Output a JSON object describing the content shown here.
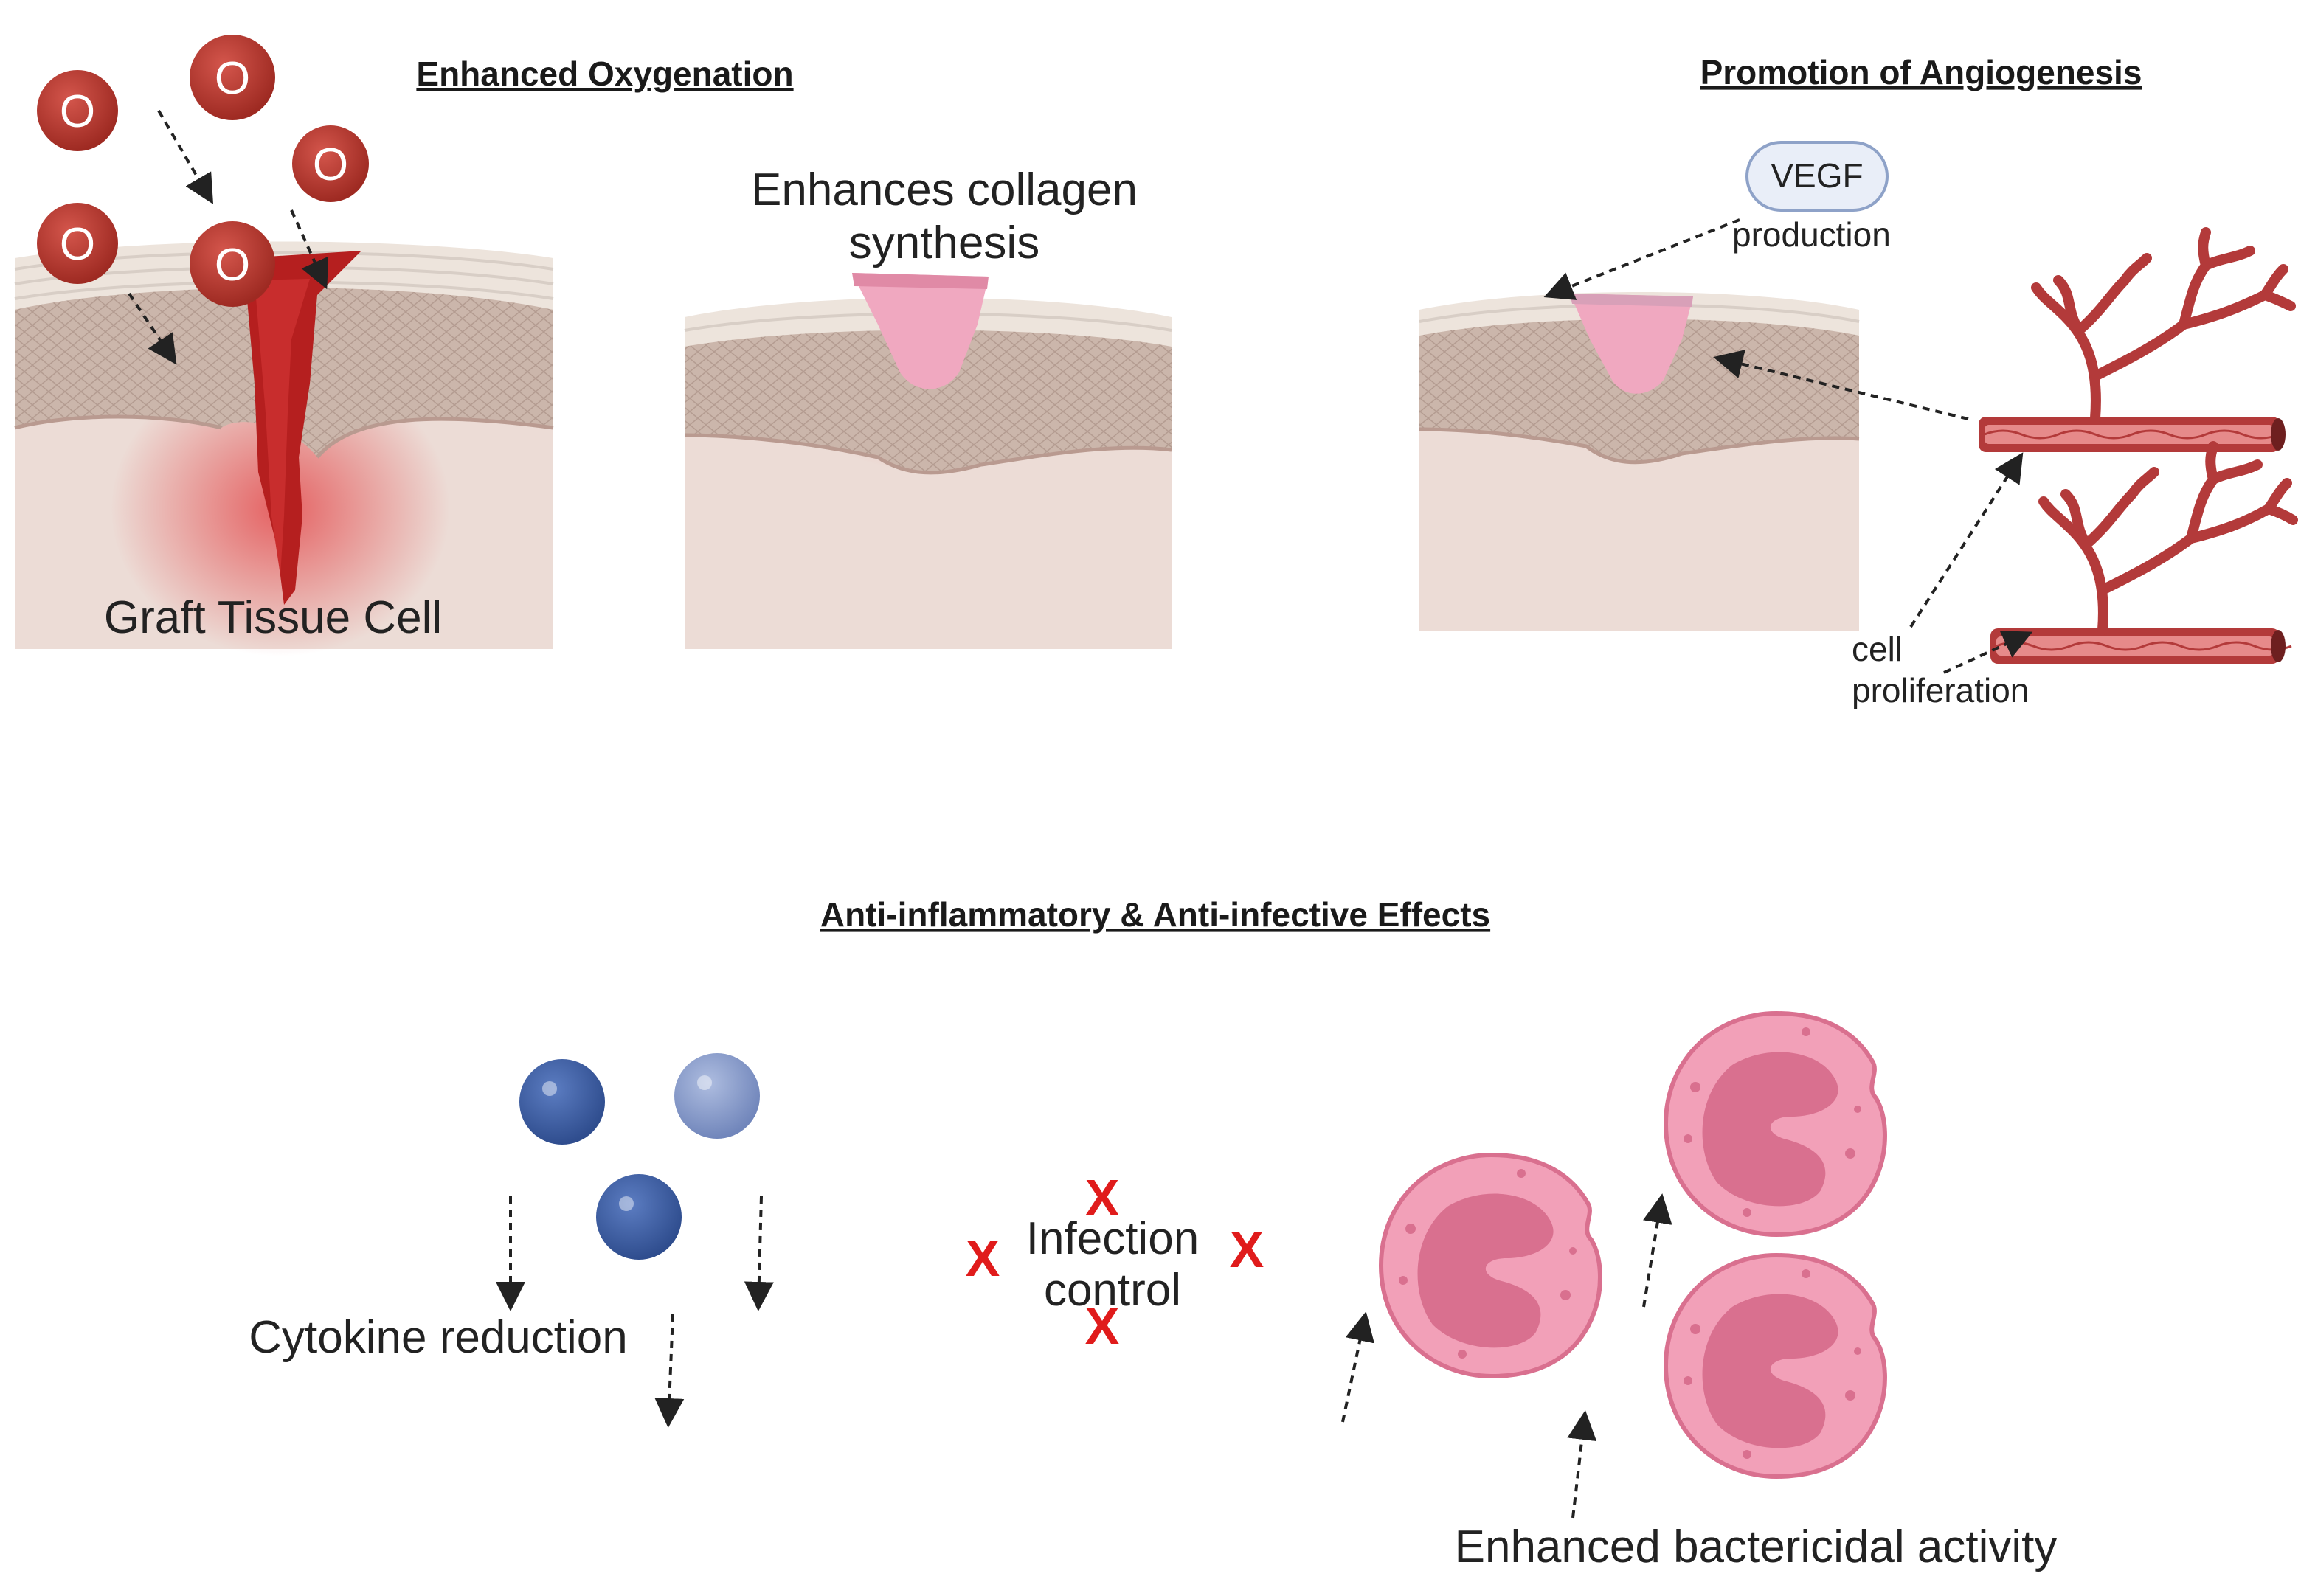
{
  "headings": {
    "oxygenation": "Enhanced Oxygenation",
    "angiogenesis": "Promotion of Angiogenesis",
    "anti_inflammatory": "Anti-inflammatory & Anti-infective Effects"
  },
  "labels": {
    "graft_tissue_cell": "Graft Tissue Cell",
    "collagen_line1": "Enhances collagen",
    "collagen_line2": "synthesis",
    "vegf": "VEGF",
    "production": "production",
    "cell": "cell",
    "proliferation": "proliferation",
    "cytokine_reduction": "Cytokine reduction",
    "infection_line1": "Infection",
    "infection_line2": "control",
    "bactericidal": "Enhanced bactericidal activity"
  },
  "oxygen_symbol": "O",
  "x_symbol": "X",
  "colors": {
    "oxygen": "#b8322a",
    "wound_red": "#b51f1f",
    "skin_top": "#ece3db",
    "skin_mid": "#c9b3a7",
    "skin_base": "#ecdcd6",
    "scar_pink": "#f0a8c0",
    "vessel": "#b33a3a",
    "cytokine_dark": "#3d5da3",
    "cytokine_light": "#8a9dcc",
    "neutrophil": "#f2a0b8",
    "nucleus": "#d9708f",
    "x_red": "#e01b1b"
  }
}
